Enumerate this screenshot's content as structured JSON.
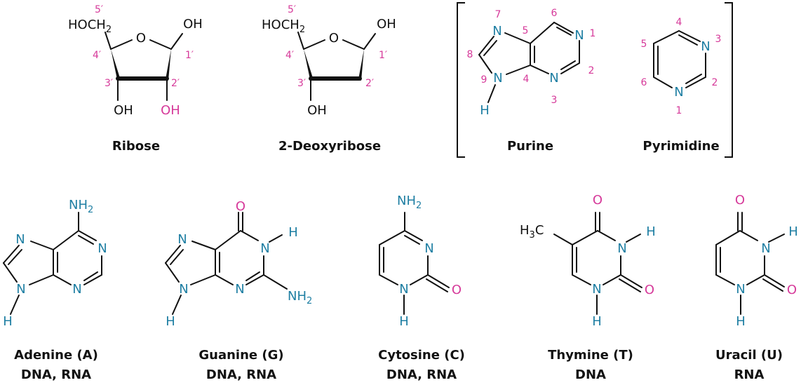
{
  "colors": {
    "bond": "#111111",
    "nitrogen": "#1f7fa3",
    "numbering": "#d63a9a",
    "black": "#111111"
  },
  "ribose": {
    "hoch2": "HOCH",
    "hoch2_sub": "2",
    "ring_o": "O",
    "oh_top": "OH",
    "oh3": "OH",
    "oh2": "OH",
    "n5": "5′",
    "n4": "4′",
    "n3": "3′",
    "n2": "2′",
    "n1": "1′",
    "caption": "Ribose"
  },
  "deoxyribose": {
    "hoch2": "HOCH",
    "hoch2_sub": "2",
    "ring_o": "O",
    "oh_top": "OH",
    "oh3": "OH",
    "n5": "5′",
    "n4": "4′",
    "n3": "3′",
    "n2": "2′",
    "n1": "1′",
    "caption": "2-Deoxyribose"
  },
  "purine": {
    "n7": "N",
    "n1": "N",
    "n3": "N",
    "n9": "N",
    "h9": "H",
    "l1": "1",
    "l2": "2",
    "l3": "3",
    "l4": "4",
    "l5": "5",
    "l6": "6",
    "l7": "7",
    "l8": "8",
    "l9": "9",
    "caption": "Purine"
  },
  "pyrimidine": {
    "n3": "N",
    "n1": "N",
    "l1": "1",
    "l2": "2",
    "l3": "3",
    "l4": "4",
    "l5": "5",
    "l6": "6",
    "caption": "Pyrimidine"
  },
  "adenine": {
    "nh2": "NH",
    "nh2_sub": "2",
    "n1": "N",
    "n3": "N",
    "n7": "N",
    "n9": "N",
    "h": "H",
    "caption": "Adenine (A)",
    "occurs": "DNA, RNA"
  },
  "guanine": {
    "o": "O",
    "n1": "N",
    "h1": "H",
    "n3": "N",
    "nh2": "NH",
    "nh2_sub": "2",
    "n7": "N",
    "n9": "N",
    "h": "H",
    "caption": "Guanine (G)",
    "occurs": "DNA, RNA"
  },
  "cytosine": {
    "nh2": "NH",
    "nh2_sub": "2",
    "n3": "N",
    "o": "O",
    "n1": "N",
    "h": "H",
    "caption": "Cytosine (C)",
    "occurs": "DNA, RNA"
  },
  "thymine": {
    "methyl_h": "H",
    "methyl_sub": "3",
    "methyl_c": "C",
    "o4": "O",
    "n3": "N",
    "h3": "H",
    "o2": "O",
    "n1": "N",
    "h1": "H",
    "caption": "Thymine (T)",
    "occurs": "DNA"
  },
  "uracil": {
    "o4": "O",
    "n3": "N",
    "h3": "H",
    "o2": "O",
    "n1": "N",
    "h1": "H",
    "caption": "Uracil (U)",
    "occurs": "RNA"
  }
}
